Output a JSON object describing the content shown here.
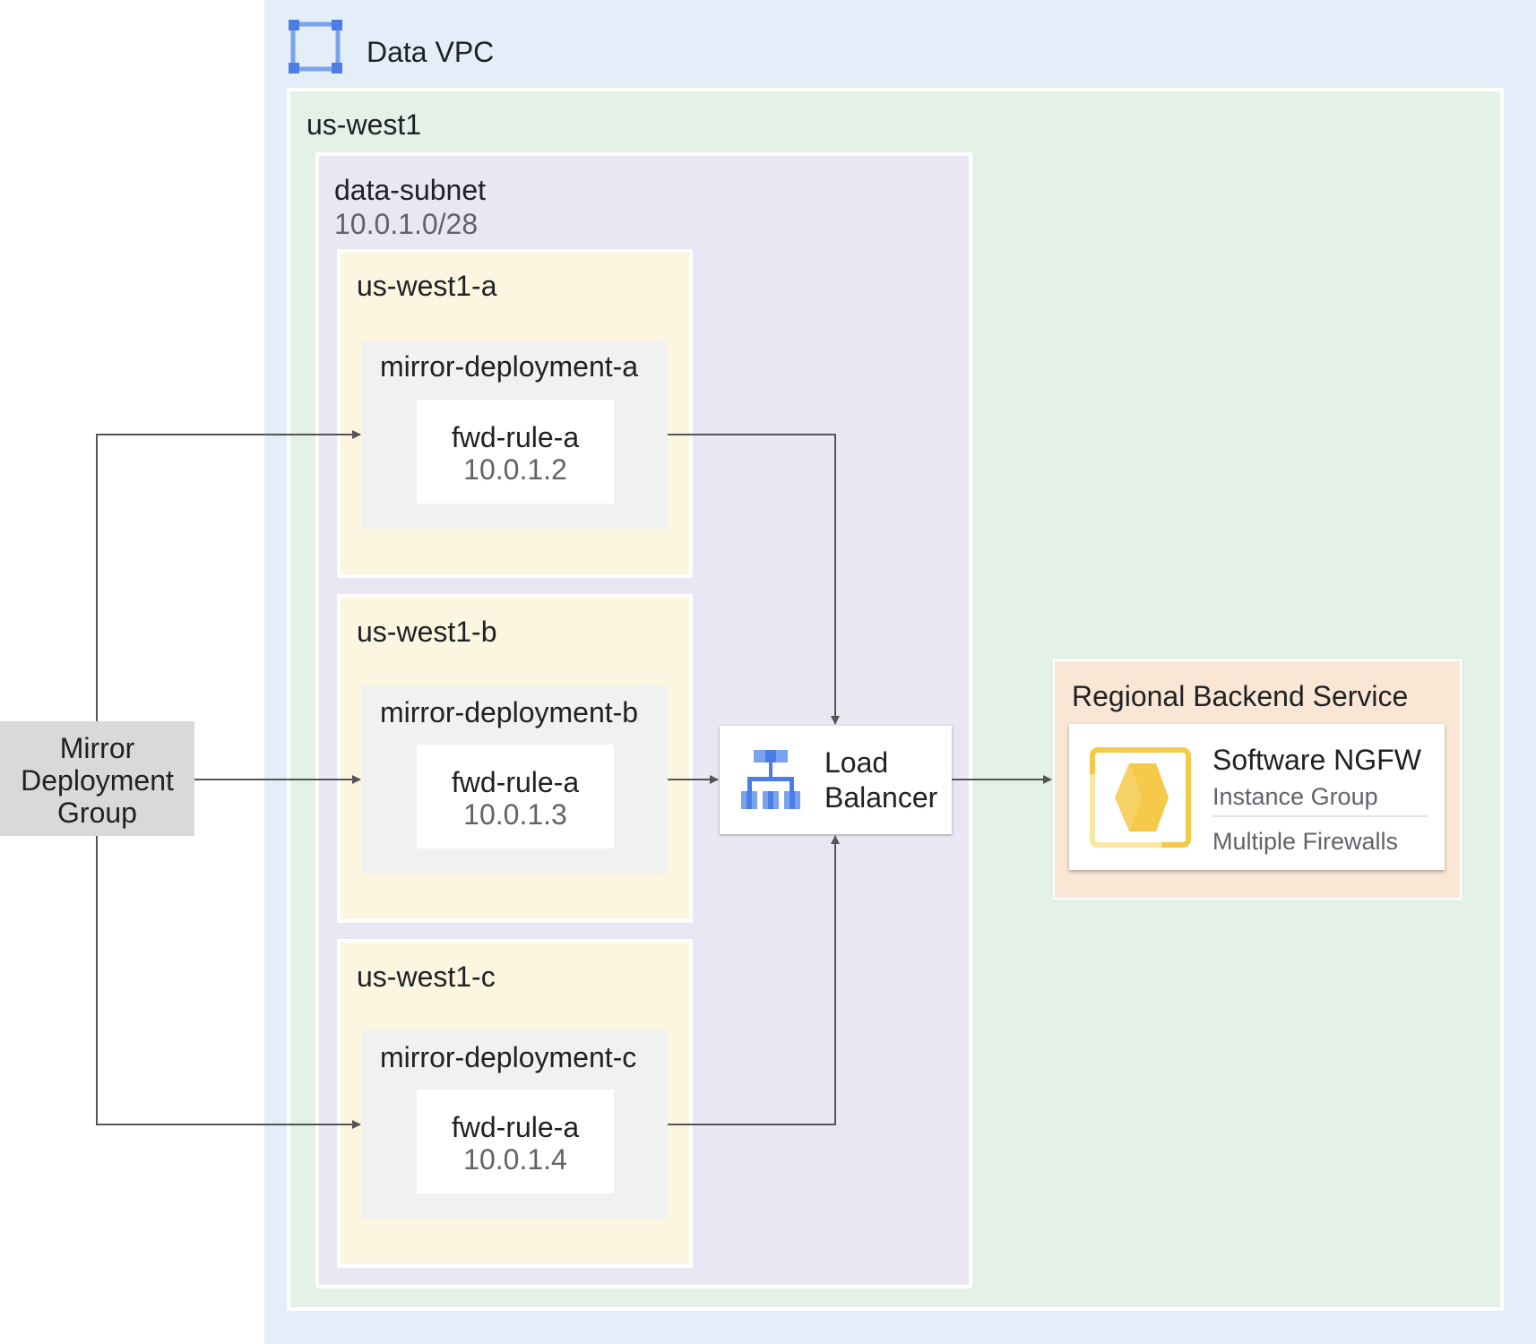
{
  "vpc": {
    "title": "Data VPC",
    "icon": "vpc-icon"
  },
  "region": {
    "title": "us-west1"
  },
  "subnet": {
    "title": "data-subnet",
    "cidr": "10.0.1.0/28"
  },
  "zones": [
    {
      "name": "us-west1-a",
      "deployment": "mirror-deployment-a",
      "rule": "fwd-rule-a",
      "ip": "10.0.1.2"
    },
    {
      "name": "us-west1-b",
      "deployment": "mirror-deployment-b",
      "rule": "fwd-rule-a",
      "ip": "10.0.1.3"
    },
    {
      "name": "us-west1-c",
      "deployment": "mirror-deployment-c",
      "rule": "fwd-rule-a",
      "ip": "10.0.1.4"
    }
  ],
  "mirror_group": {
    "line1": "Mirror",
    "line2": "Deployment",
    "line3": "Group"
  },
  "load_balancer": {
    "line1": "Load",
    "line2": "Balancer",
    "icon": "load-balancer-icon"
  },
  "backend": {
    "title": "Regional Backend Service",
    "card_title": "Software NGFW",
    "card_subtitle": "Instance Group",
    "card_detail": "Multiple Firewalls",
    "icon": "software-ngfw-icon"
  },
  "colors": {
    "vpc_bg": "#e3eef8",
    "region_bg": "#e4f1e9",
    "subnet_bg": "#ebe6f3",
    "zone_bg": "#fcf6e1",
    "backend_bg": "#fae6d4",
    "icon_blue": "#4a7ee6",
    "icon_yellow": "#f5c94a",
    "arrow": "#555555"
  }
}
